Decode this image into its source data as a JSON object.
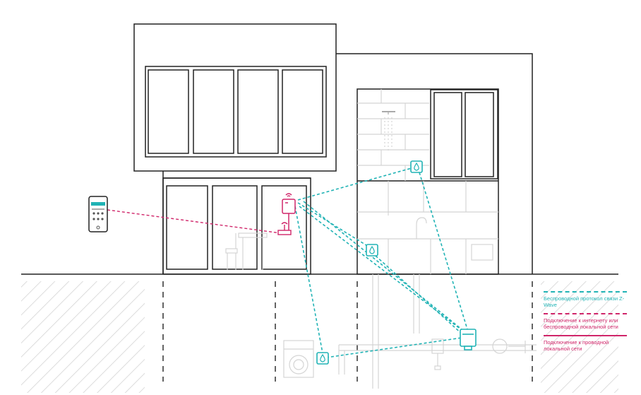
{
  "colors": {
    "zwave": "#21b3b5",
    "internet": "#d0266a",
    "wired": "#d0266a",
    "line": "#222222",
    "light": "#d4d4d4"
  },
  "legend": {
    "zwave": "Беспроводной протокол связи Z-Wave",
    "internet": "Подключение к интернету или беспроводной локальной сети",
    "wired": "Подключение к проводной локальной сети"
  },
  "icons": {
    "phone": "smartphone-app-icon",
    "router": "wifi-router-icon",
    "controller": "z-wave-controller-icon",
    "leak_sensor": "water-leak-sensor-icon",
    "valve": "water-valve-controller-icon"
  }
}
